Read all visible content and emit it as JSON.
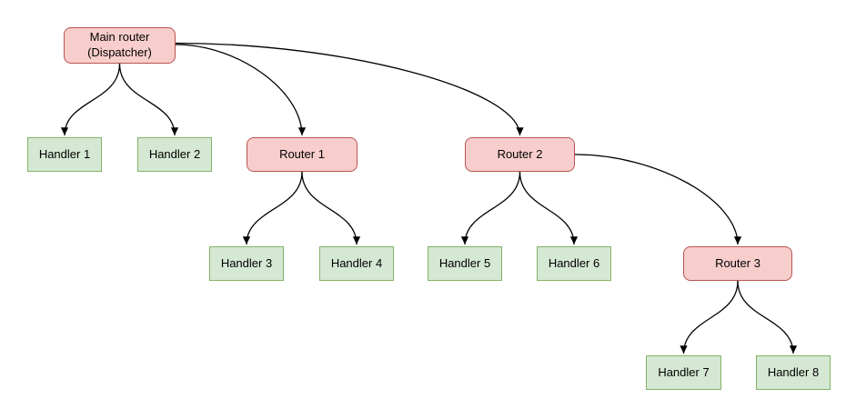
{
  "diagram": {
    "nodes": {
      "main": {
        "label": "Main router\n(Dispatcher)",
        "type": "router"
      },
      "router1": {
        "label": "Router 1",
        "type": "router"
      },
      "router2": {
        "label": "Router 2",
        "type": "router"
      },
      "router3": {
        "label": "Router 3",
        "type": "router"
      },
      "handler1": {
        "label": "Handler 1",
        "type": "handler"
      },
      "handler2": {
        "label": "Handler 2",
        "type": "handler"
      },
      "handler3": {
        "label": "Handler 3",
        "type": "handler"
      },
      "handler4": {
        "label": "Handler 4",
        "type": "handler"
      },
      "handler5": {
        "label": "Handler 5",
        "type": "handler"
      },
      "handler6": {
        "label": "Handler 6",
        "type": "handler"
      },
      "handler7": {
        "label": "Handler 7",
        "type": "handler"
      },
      "handler8": {
        "label": "Handler 8",
        "type": "handler"
      }
    },
    "edges": [
      {
        "from": "main",
        "to": "handler1"
      },
      {
        "from": "main",
        "to": "handler2"
      },
      {
        "from": "main",
        "to": "router1"
      },
      {
        "from": "main",
        "to": "router2"
      },
      {
        "from": "router1",
        "to": "handler3"
      },
      {
        "from": "router1",
        "to": "handler4"
      },
      {
        "from": "router2",
        "to": "handler5"
      },
      {
        "from": "router2",
        "to": "handler6"
      },
      {
        "from": "router2",
        "to": "router3"
      },
      {
        "from": "router3",
        "to": "handler7"
      },
      {
        "from": "router3",
        "to": "handler8"
      }
    ],
    "colors": {
      "router_fill": "#f8cecc",
      "router_border": "#b85450",
      "handler_fill": "#d5e8d4",
      "handler_border": "#82b366",
      "edge_stroke": "#000000"
    }
  }
}
